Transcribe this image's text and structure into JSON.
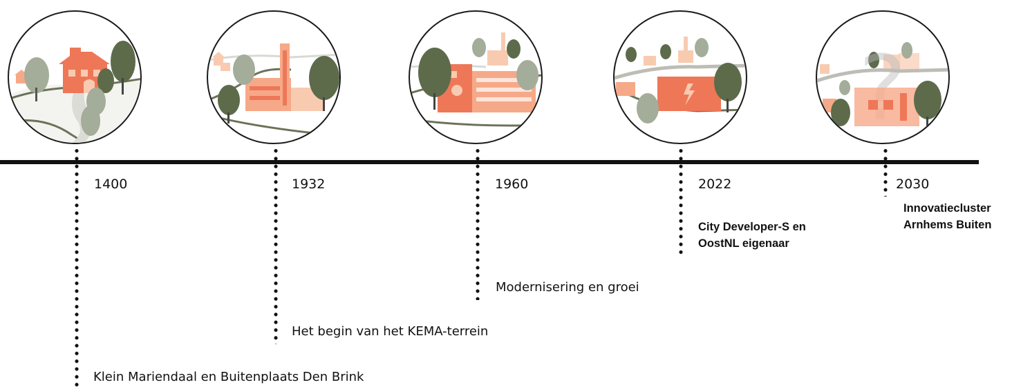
{
  "colors": {
    "axis": "#111111",
    "brick": "#ee7758",
    "brick_light": "#f6a988",
    "peach": "#f8cbb0",
    "tree_dark": "#5d6b4b",
    "tree_light": "#a3ad99",
    "road": "#6b7258"
  },
  "milestones": [
    {
      "year": "1400",
      "label": "Klein Mariendaal en Buitenplaats Den Brink",
      "icon": "estate-illustration"
    },
    {
      "year": "1932",
      "label": "Het begin van het KEMA-terrein",
      "icon": "factory-illustration"
    },
    {
      "year": "1960",
      "label": "Modernisering en groei",
      "icon": "modern-factory-illustration"
    },
    {
      "year": "2022",
      "label": "City Developer-S en OostNL eigenaar",
      "label_lines": [
        "City Developer-S en",
        "OostNL eigenaar"
      ],
      "icon": "power-building-illustration"
    },
    {
      "year": "2030",
      "label": "Innovatiecluster Arnhems Buiten",
      "label_lines": [
        "Innovatiecluster",
        "Arnhems Buiten"
      ],
      "icon": "future-question-illustration"
    }
  ]
}
